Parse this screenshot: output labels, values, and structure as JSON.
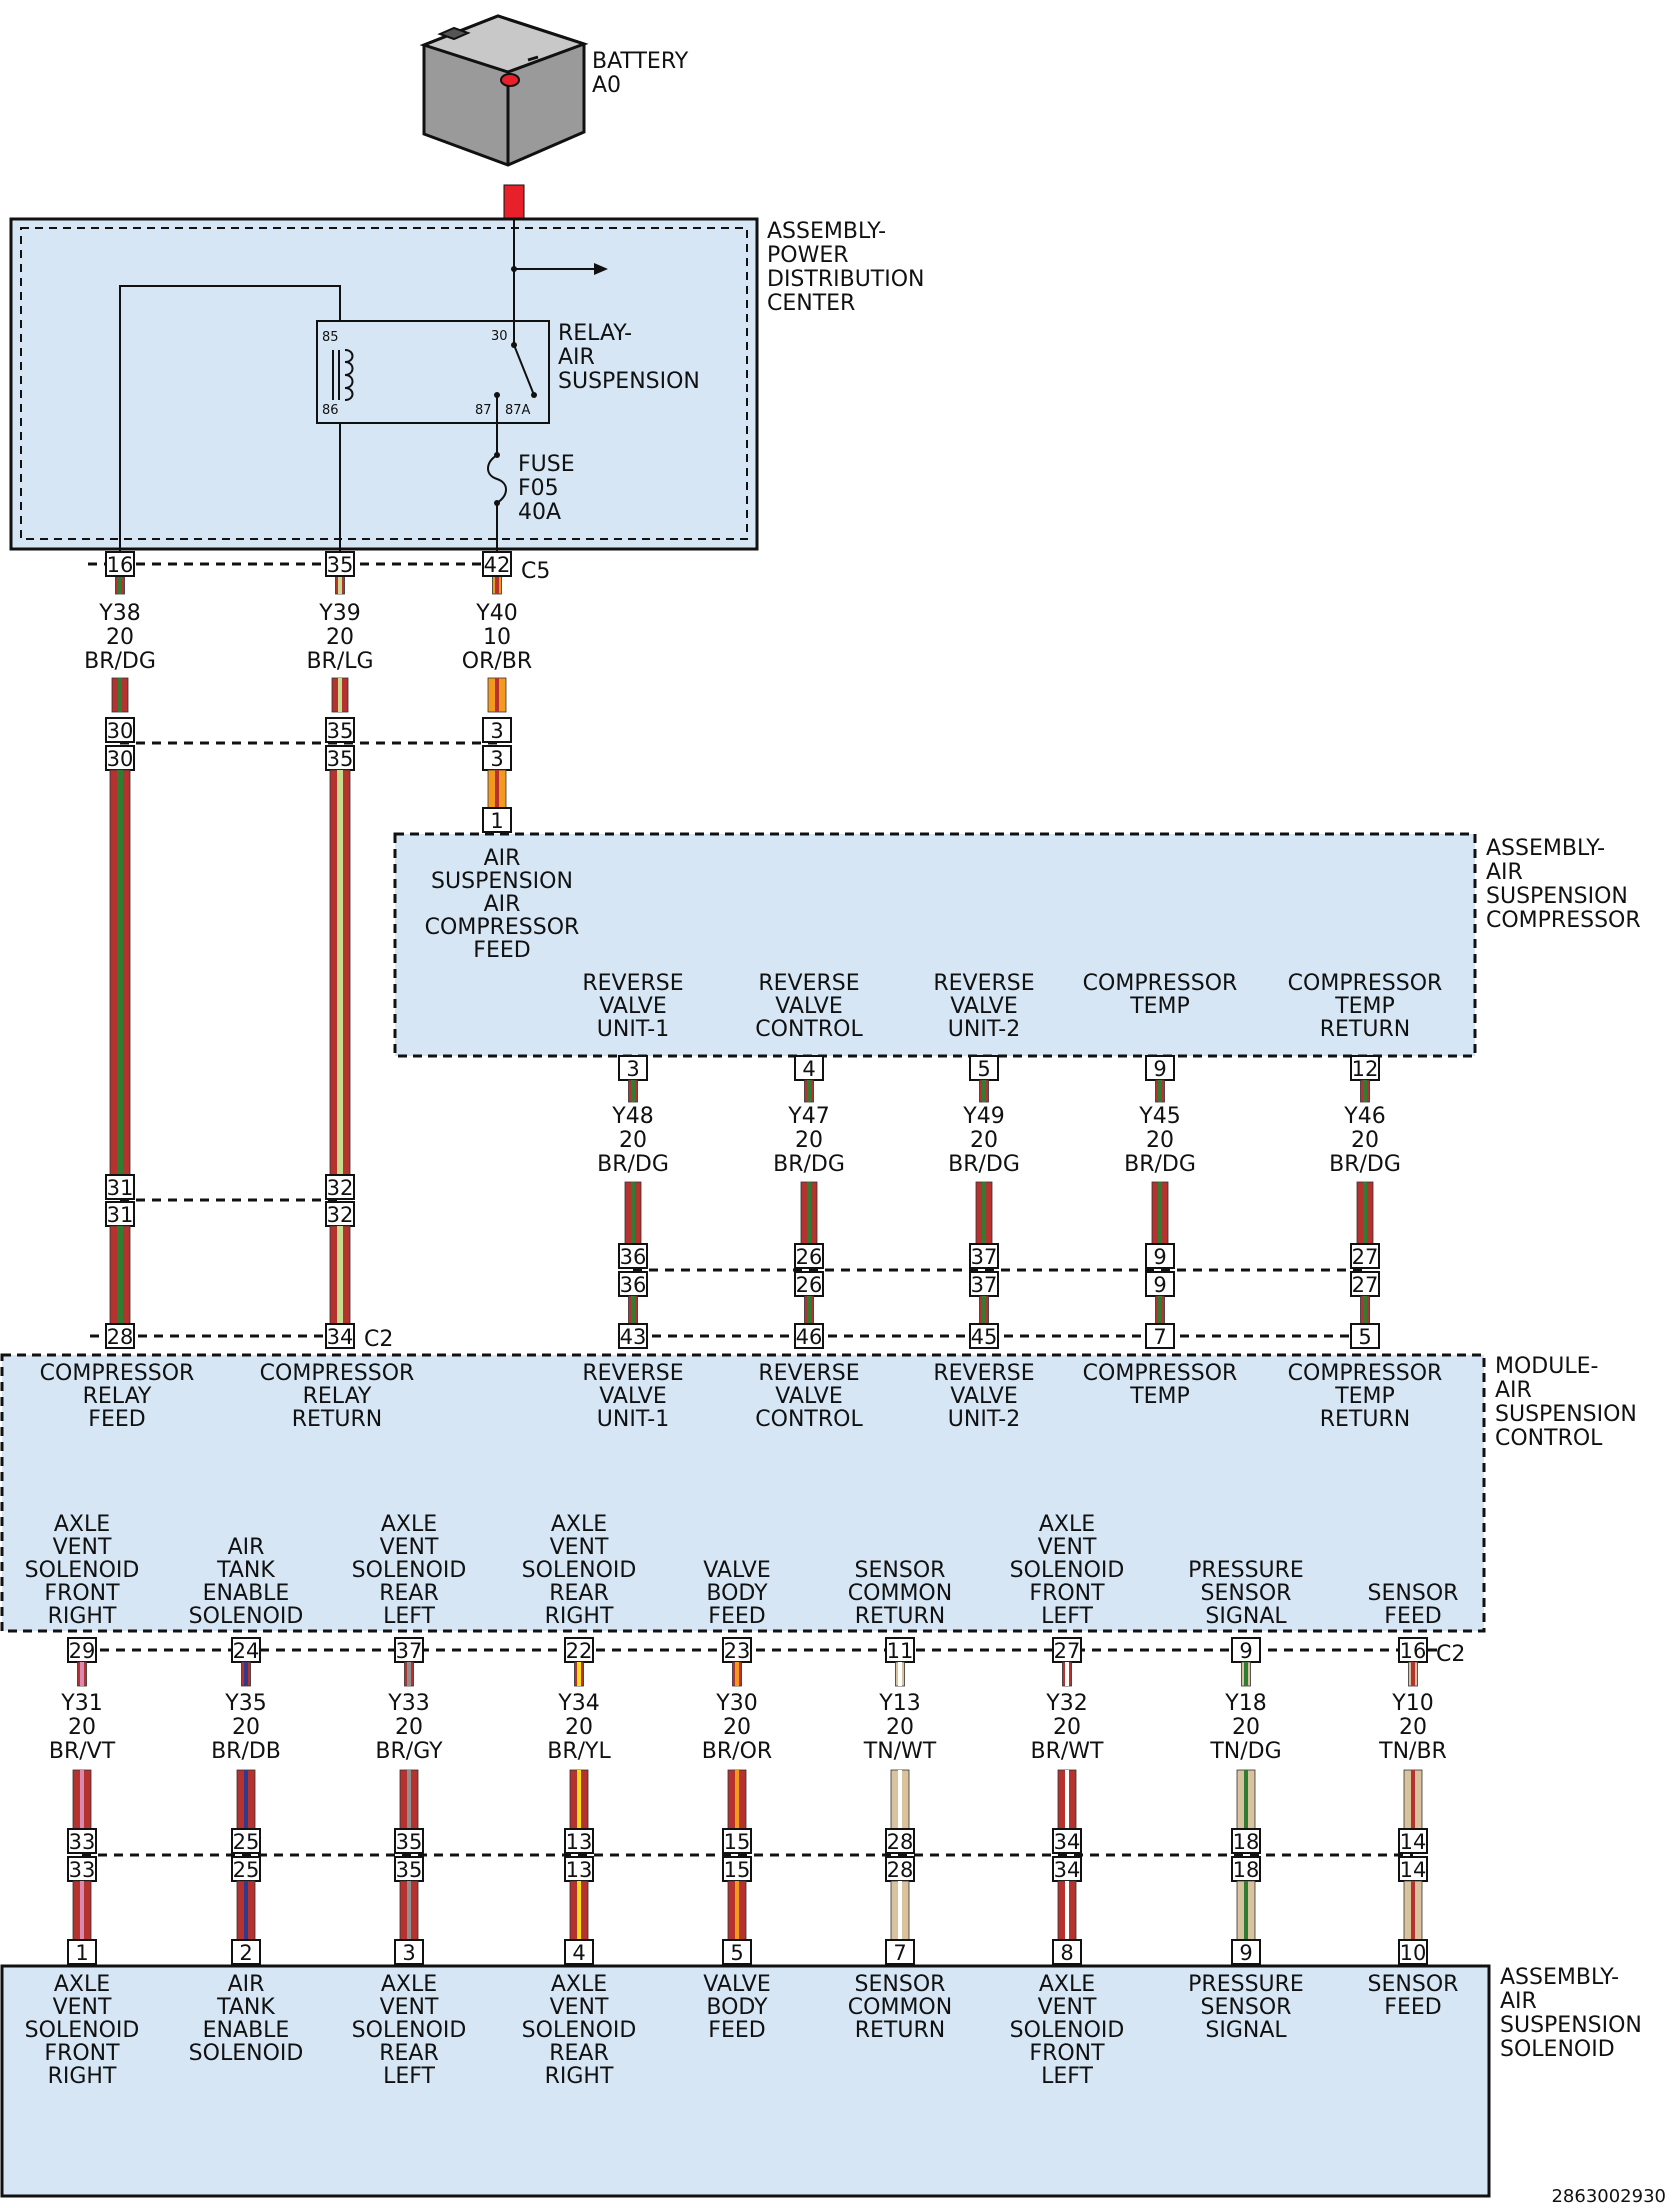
{
  "battery": {
    "name": "BATTERY",
    "id": "A0"
  },
  "pdc": {
    "label": [
      "ASSEMBLY-",
      "POWER",
      "DISTRIBUTION",
      "CENTER"
    ]
  },
  "relay": {
    "label": [
      "RELAY-",
      "AIR",
      "SUSPENSION"
    ],
    "terminals": [
      "85",
      "86",
      "30",
      "87",
      "87A"
    ]
  },
  "fuse": {
    "label": [
      "FUSE",
      "F05",
      "40A"
    ]
  },
  "connectors": {
    "c5": "C5",
    "c2_top": "C2",
    "c2_bottom": "C2"
  },
  "pdc_wires": [
    {
      "pin": "16",
      "circuit": "Y38",
      "gauge": "20",
      "color": "BR/DG",
      "inline_a": "30",
      "inline_b": "31",
      "module_pin": "28"
    },
    {
      "pin": "35",
      "circuit": "Y39",
      "gauge": "20",
      "color": "BR/LG",
      "inline_a": "35",
      "inline_b": "32",
      "module_pin": "34"
    },
    {
      "pin": "42",
      "circuit": "Y40",
      "gauge": "10",
      "color": "OR/BR",
      "inline_a": "3",
      "compressor_pin": "1"
    }
  ],
  "compressor": {
    "label": [
      "ASSEMBLY-",
      "AIR",
      "SUSPENSION",
      "COMPRESSOR"
    ],
    "feed_label": [
      "AIR",
      "SUSPENSION",
      "AIR",
      "COMPRESSOR",
      "FEED"
    ],
    "pins": [
      {
        "label": [
          "REVERSE",
          "VALVE",
          "UNIT-1"
        ],
        "pin": "3",
        "circuit": "Y48",
        "gauge": "20",
        "color": "BR/DG",
        "inline": "36",
        "module_pin": "43"
      },
      {
        "label": [
          "REVERSE",
          "VALVE",
          "CONTROL"
        ],
        "pin": "4",
        "circuit": "Y47",
        "gauge": "20",
        "color": "BR/DG",
        "inline": "26",
        "module_pin": "46"
      },
      {
        "label": [
          "REVERSE",
          "VALVE",
          "UNIT-2"
        ],
        "pin": "5",
        "circuit": "Y49",
        "gauge": "20",
        "color": "BR/DG",
        "inline": "37",
        "module_pin": "45"
      },
      {
        "label": [
          "COMPRESSOR",
          "TEMP"
        ],
        "pin": "9",
        "circuit": "Y45",
        "gauge": "20",
        "color": "BR/DG",
        "inline": "9",
        "module_pin": "7"
      },
      {
        "label": [
          "COMPRESSOR",
          "TEMP",
          "RETURN"
        ],
        "pin": "12",
        "circuit": "Y46",
        "gauge": "20",
        "color": "BR/DG",
        "inline": "27",
        "module_pin": "5"
      }
    ]
  },
  "module": {
    "label": [
      "MODULE-",
      "AIR",
      "SUSPENSION",
      "CONTROL"
    ],
    "top_labels": [
      [
        "COMPRESSOR",
        "RELAY",
        "FEED"
      ],
      [
        "COMPRESSOR",
        "RELAY",
        "RETURN"
      ],
      [
        "REVERSE",
        "VALVE",
        "UNIT-1"
      ],
      [
        "REVERSE",
        "VALVE",
        "CONTROL"
      ],
      [
        "REVERSE",
        "VALVE",
        "UNIT-2"
      ],
      [
        "COMPRESSOR",
        "TEMP"
      ],
      [
        "COMPRESSOR",
        "TEMP",
        "RETURN"
      ]
    ]
  },
  "solenoid_wires": [
    {
      "label": [
        "AXLE",
        "VENT",
        "SOLENOID",
        "FRONT",
        "RIGHT"
      ],
      "module_pin": "29",
      "circuit": "Y31",
      "gauge": "20",
      "color": "BR/VT",
      "inline": "33",
      "solenoid_pin": "1"
    },
    {
      "label": [
        "AIR",
        "TANK",
        "ENABLE",
        "SOLENOID"
      ],
      "module_pin": "24",
      "circuit": "Y35",
      "gauge": "20",
      "color": "BR/DB",
      "inline": "25",
      "solenoid_pin": "2"
    },
    {
      "label": [
        "AXLE",
        "VENT",
        "SOLENOID",
        "REAR",
        "LEFT"
      ],
      "module_pin": "37",
      "circuit": "Y33",
      "gauge": "20",
      "color": "BR/GY",
      "inline": "35",
      "solenoid_pin": "3"
    },
    {
      "label": [
        "AXLE",
        "VENT",
        "SOLENOID",
        "REAR",
        "RIGHT"
      ],
      "module_pin": "22",
      "circuit": "Y34",
      "gauge": "20",
      "color": "BR/YL",
      "inline": "13",
      "solenoid_pin": "4"
    },
    {
      "label": [
        "VALVE",
        "BODY",
        "FEED"
      ],
      "module_pin": "23",
      "circuit": "Y30",
      "gauge": "20",
      "color": "BR/OR",
      "inline": "15",
      "solenoid_pin": "5"
    },
    {
      "label": [
        "SENSOR",
        "COMMON",
        "RETURN"
      ],
      "module_pin": "11",
      "circuit": "Y13",
      "gauge": "20",
      "color": "TN/WT",
      "inline": "28",
      "solenoid_pin": "7"
    },
    {
      "label": [
        "AXLE",
        "VENT",
        "SOLENOID",
        "FRONT",
        "LEFT"
      ],
      "module_pin": "27",
      "circuit": "Y32",
      "gauge": "20",
      "color": "BR/WT",
      "inline": "34",
      "solenoid_pin": "8"
    },
    {
      "label": [
        "PRESSURE",
        "SENSOR",
        "SIGNAL"
      ],
      "module_pin": "9",
      "circuit": "Y18",
      "gauge": "20",
      "color": "TN/DG",
      "inline": "18",
      "solenoid_pin": "9"
    },
    {
      "label": [
        "SENSOR",
        "FEED"
      ],
      "module_pin": "16",
      "circuit": "Y10",
      "gauge": "20",
      "color": "TN/BR",
      "inline": "14",
      "solenoid_pin": "10"
    }
  ],
  "solenoid": {
    "label": [
      "ASSEMBLY-",
      "AIR",
      "SUSPENSION",
      "SOLENOID"
    ]
  },
  "figure_id": "2863002930",
  "colors": {
    "box_fill": "#d6e6f4",
    "battery_post": "#e8202a",
    "BR": "#b5322e",
    "DG": "#2e7d32",
    "LG": "#c7dc8c",
    "OR": "#f39a1e",
    "VT": "#d98ab0",
    "DB": "#2f3a8c",
    "GY": "#8f8f8f",
    "YL": "#f7e017",
    "WT": "#ffffff",
    "TN": "#d9c29e"
  }
}
